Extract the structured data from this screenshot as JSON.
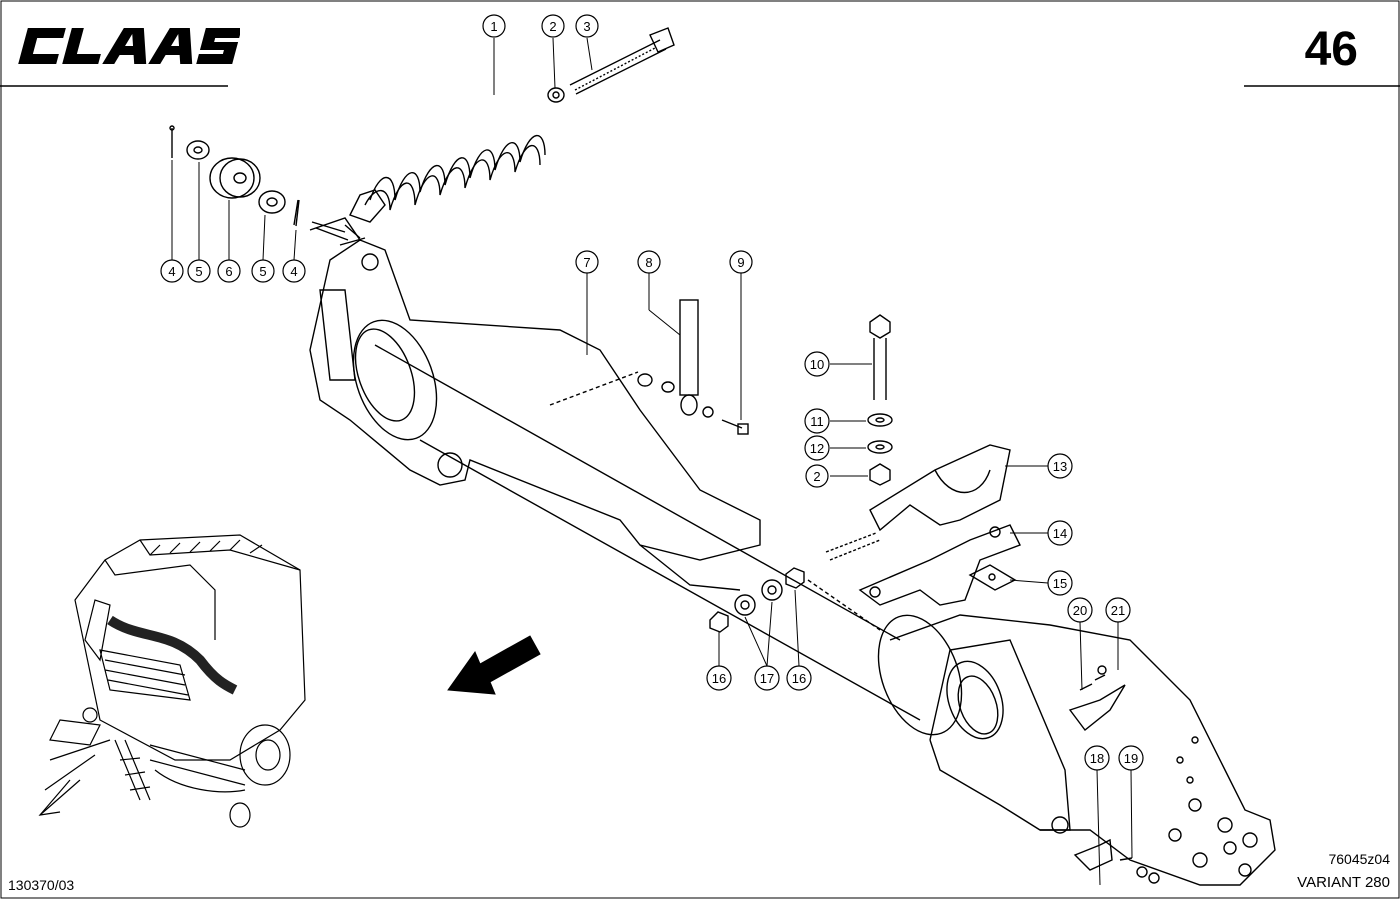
{
  "header": {
    "brand": "CLAAS",
    "page_number": "46"
  },
  "footer": {
    "document_id": "130370/03",
    "figure_code": "76045z04",
    "model": "VARIANT 280"
  },
  "callouts": [
    "1",
    "2",
    "3",
    "4",
    "5",
    "6",
    "5",
    "4",
    "7",
    "8",
    "9",
    "10",
    "11",
    "12",
    "2",
    "13",
    "14",
    "15",
    "16",
    "17",
    "16",
    "20",
    "21",
    "18",
    "19"
  ],
  "icons": {
    "direction_arrow": "direction-arrow-icon",
    "machine_overview": "baler-overview-icon"
  }
}
